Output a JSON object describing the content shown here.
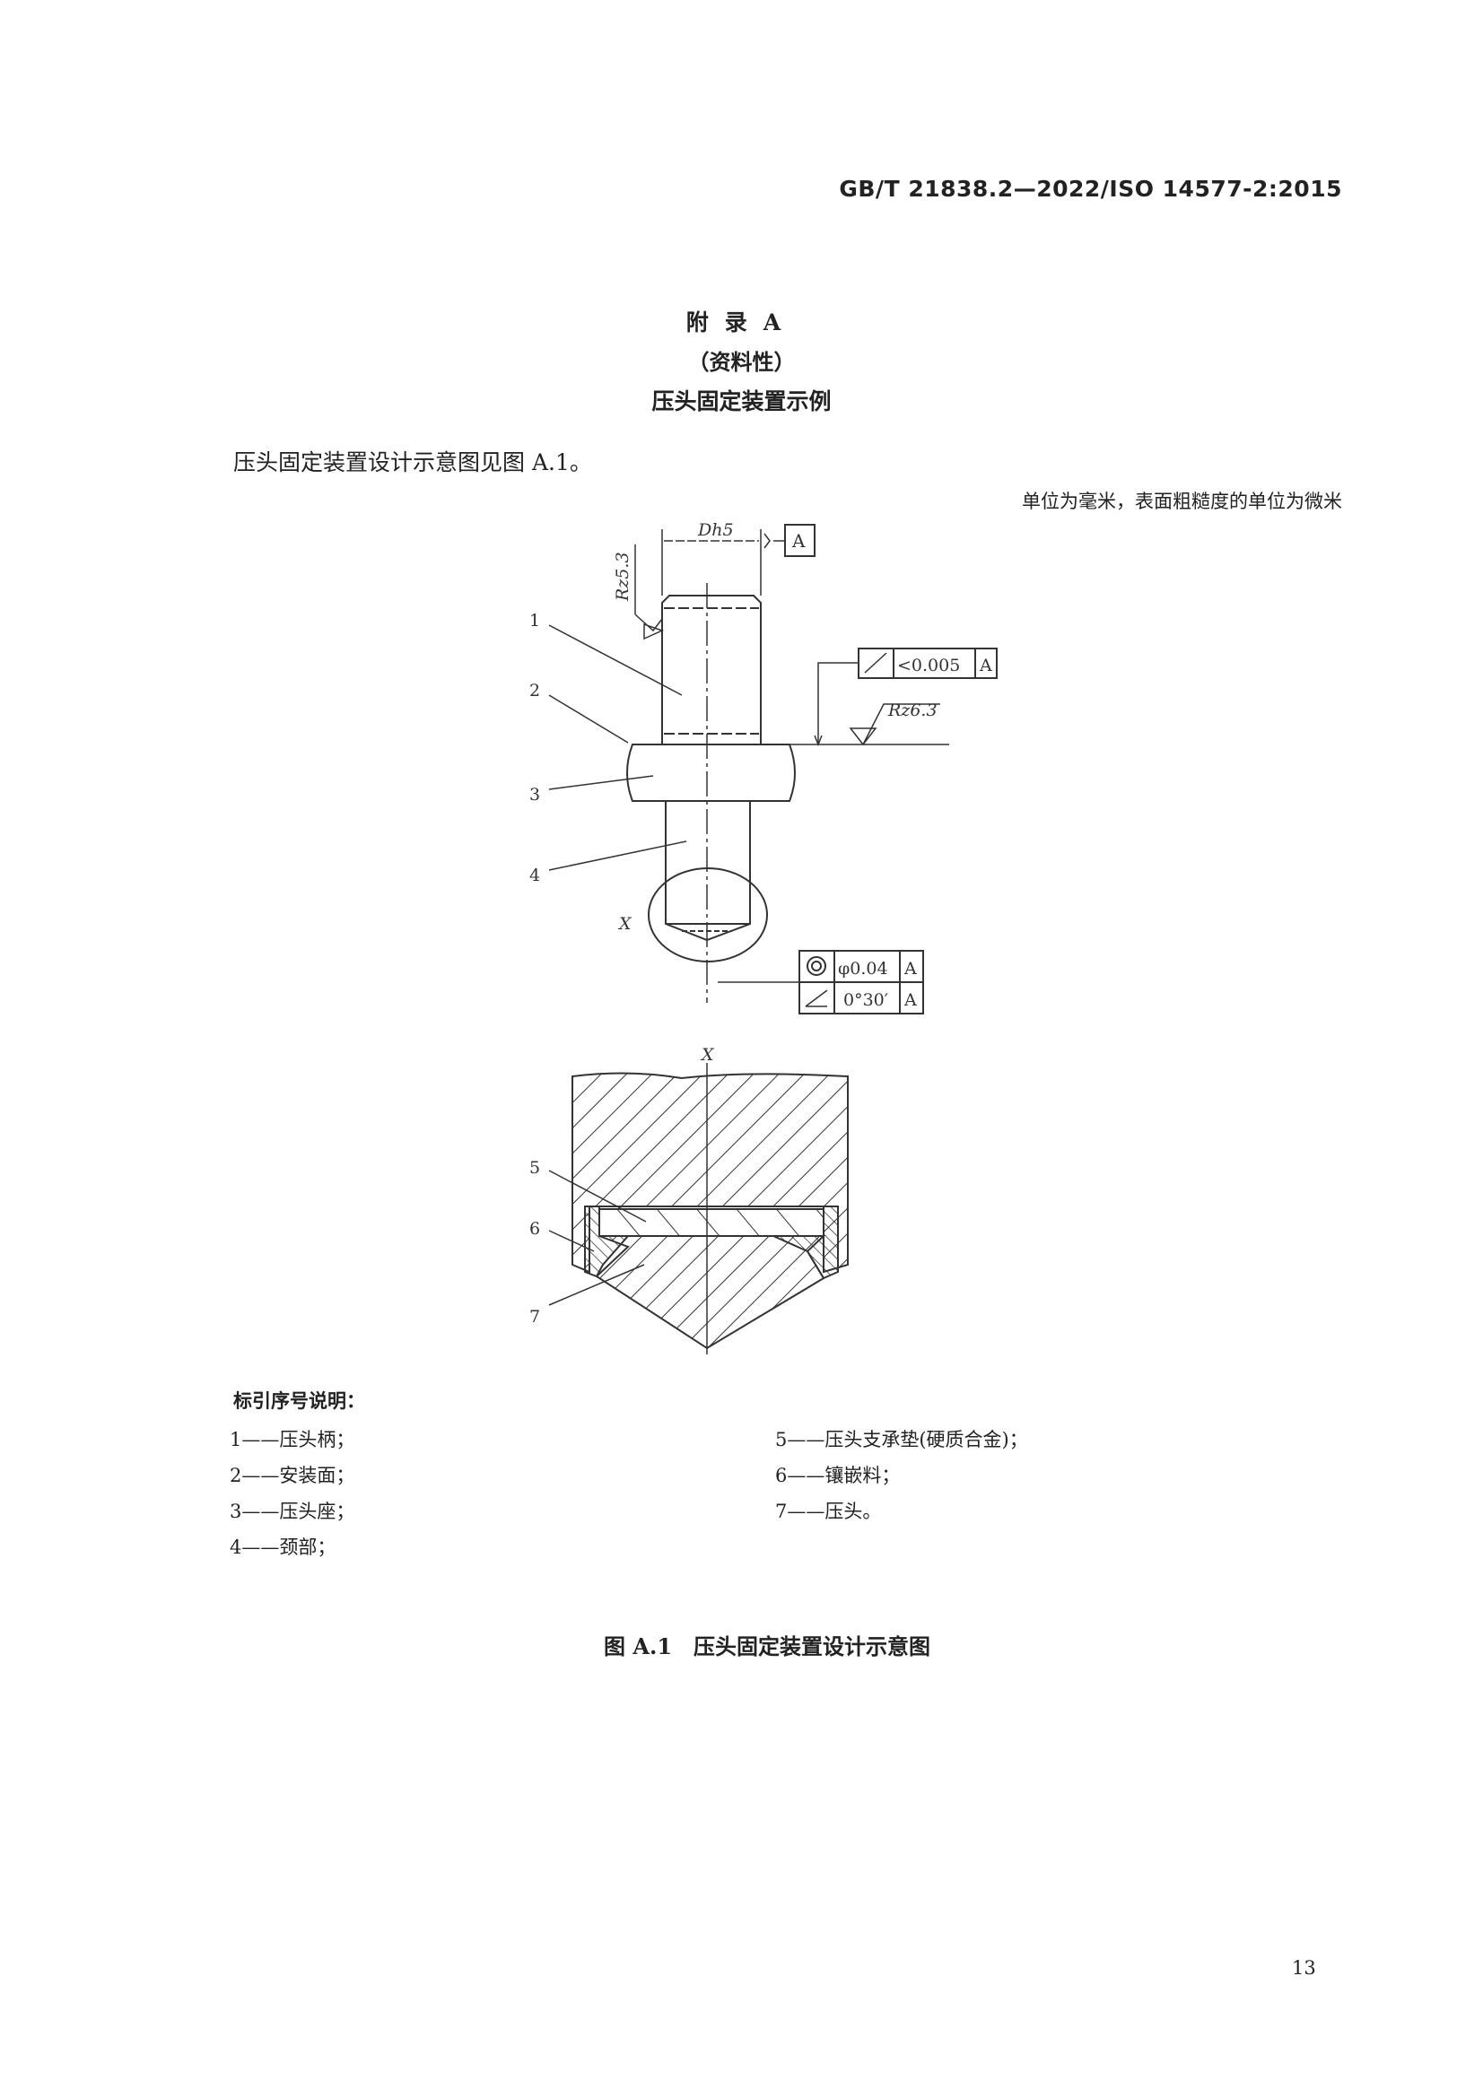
{
  "header": {
    "standard_number": "GB/T 21838.2—2022/ISO 14577-2:2015"
  },
  "annex": {
    "title": "附录A",
    "nature": "（资料性）",
    "subtitle": "压头固定装置示例"
  },
  "intro": "压头固定装置设计示意图见图 A.1。",
  "units_note": "单位为毫米，表面粗糙度的单位为微米",
  "figure": {
    "dimension_label": "Dh5",
    "datum": "A",
    "roughness_shank": "Rz5.3",
    "roughness_face": "Rz6.3",
    "runout_tolerance": {
      "value": "<0.005",
      "datum": "A"
    },
    "concentricity_tolerance": {
      "value": "φ0.04",
      "datum": "A"
    },
    "angularity_tolerance": {
      "value": "0°30′",
      "datum": "A"
    },
    "detail_label": "X",
    "callouts": [
      "1",
      "2",
      "3",
      "4",
      "5",
      "6",
      "7"
    ]
  },
  "legend": {
    "title": "标引序号说明：",
    "items": [
      "1——压头柄；",
      "2——安装面；",
      "3——压头座；",
      "4——颈部；",
      "5——压头支承垫(硬质合金)；",
      "6——镶嵌料；",
      "7——压头。"
    ]
  },
  "caption": "图 A.1　压头固定装置设计示意图",
  "page_number": "13"
}
